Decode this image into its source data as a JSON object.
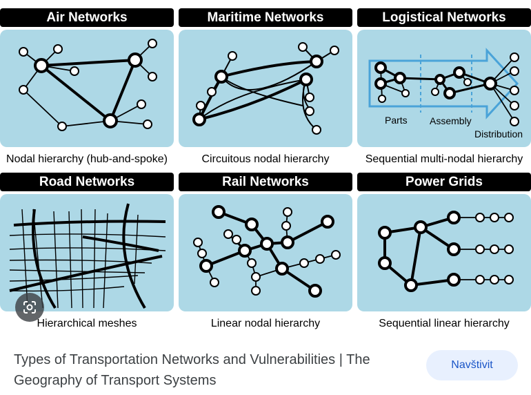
{
  "panels": [
    {
      "title": "Air Networks",
      "caption": "Nodal hierarchy (hub-and-spoke)"
    },
    {
      "title": "Maritime Networks",
      "caption": "Circuitous nodal hierarchy"
    },
    {
      "title": "Logistical Networks",
      "caption": "Sequential multi-nodal hierarchy"
    },
    {
      "title": "Road Networks",
      "caption": "Hierarchical meshes"
    },
    {
      "title": "Rail Networks",
      "caption": "Linear nodal hierarchy"
    },
    {
      "title": "Power Grids",
      "caption": "Sequential linear hierarchy"
    }
  ],
  "logistics_labels": {
    "parts": "Parts",
    "assembly": "Assembly",
    "distribution": "Distribution"
  },
  "result": {
    "title": "Types of Transportation Networks and Vulnerabilities | The Geography of Transport Systems",
    "visit_label": "Navštivit"
  },
  "colors": {
    "panel_bg": "#add8e6",
    "title_bg": "#000000",
    "button_bg": "#e8f0fe",
    "button_text": "#1a55c7",
    "arrow": "#4aa3d8"
  },
  "icons": [
    "google-lens-icon"
  ]
}
